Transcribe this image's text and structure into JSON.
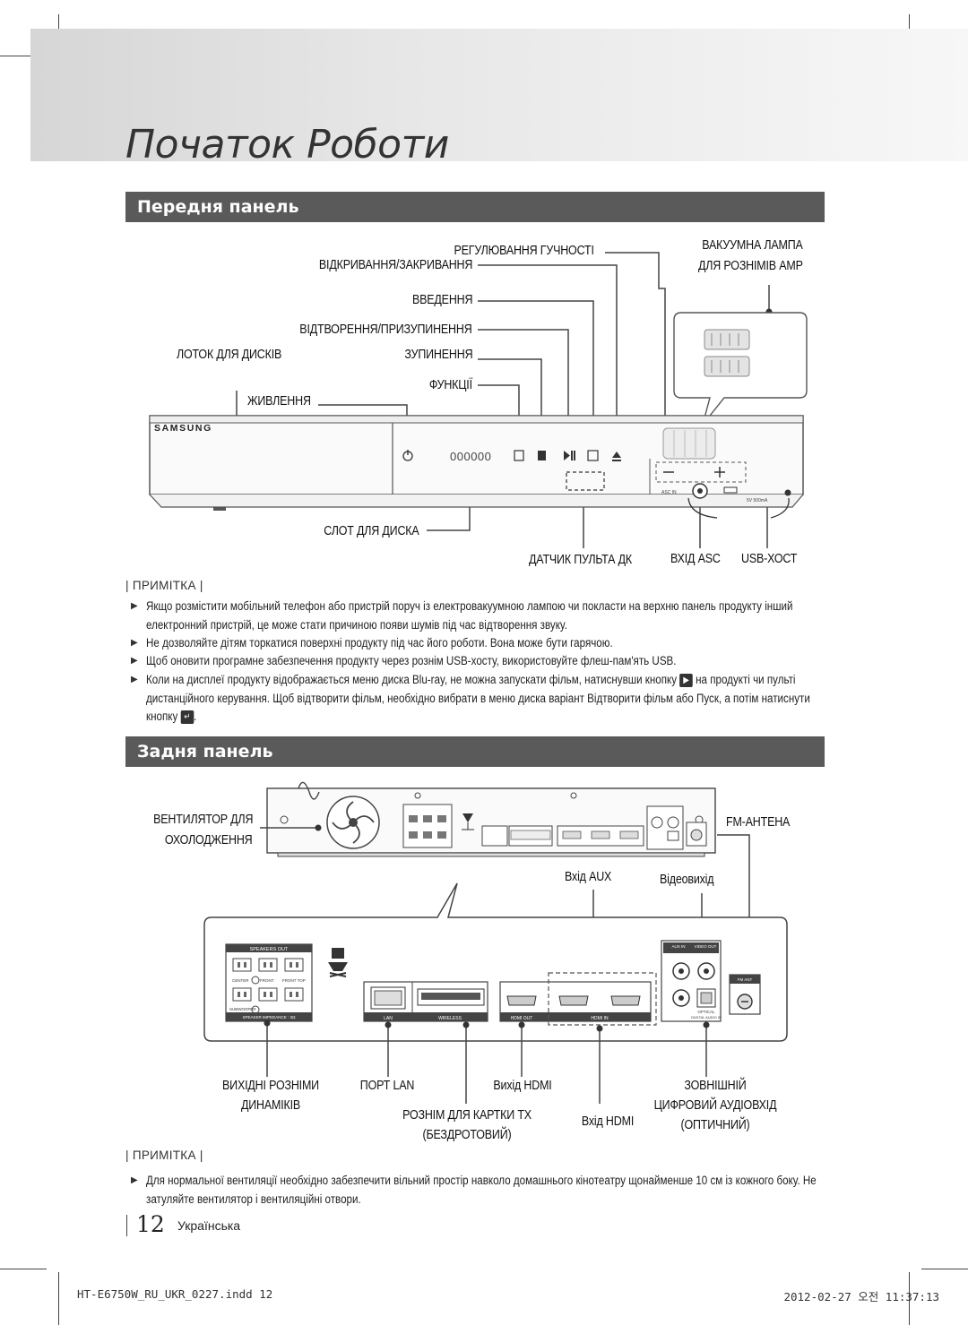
{
  "page": {
    "title": "Початок Роботи",
    "page_number": "12",
    "language": "Українська"
  },
  "front": {
    "heading": "Передня панель",
    "labels": {
      "volume": "РЕГУЛЮВАННЯ ГУЧНОСТІ",
      "open_close": "ВІДКРИВАННЯ/ЗАКРИВАННЯ",
      "input": "ВВЕДЕННЯ",
      "play_pause": "ВІДТВОРЕННЯ/ПРИЗУПИНЕННЯ",
      "disc_tray": "ЛОТОК ДЛЯ ДИСКІВ",
      "stop": "ЗУПИНЕННЯ",
      "functions": "ФУНКЦІЇ",
      "power": "ЖИВЛЕННЯ",
      "tube_1": "ВАКУУМНА ЛАМПА",
      "tube_2": "ДЛЯ РОЗНІМІВ АМР",
      "disc_slot": "СЛОТ ДЛЯ ДИСКА",
      "remote_sensor": "ДАТЧИК ПУЛЬТА ДК",
      "asc_in": "ВХІД ASC",
      "usb_host": "USB-ХОСТ"
    },
    "device": {
      "brand": "SAMSUNG",
      "display": "000000",
      "asc_label": "ASC IN",
      "usb_label": "5V 500mA"
    }
  },
  "note1": {
    "heading": "| ПРИМІТКА |",
    "items": [
      "Якщо розмістити мобільний телефон або пристрій поруч із електровакуумною лампою чи покласти на верхню панель продукту інший електронний пристрій, це може стати причиною появи шумів під час відтворення звуку.",
      "Не дозволяйте дітям торкатися поверхні продукту під час його роботи. Вона може бути гарячою.",
      "Щоб оновити програмне забезпечення продукту через рознім USB-хосту, використовуйте флеш-пам'ять USB."
    ],
    "item4_part1": "Коли на дисплеї продукту відображається меню диска Blu-ray, не можна запускати фільм, натиснувши кнопку",
    "item4_part2": "на продукті чи пульті дистанційного керування. Щоб відтворити фільм, необхідно вибрати в меню диска варіант Відтворити фільм або Пуск, а потім натиснути кнопку",
    "item4_part3": "."
  },
  "rear": {
    "heading": "Задня панель",
    "labels": {
      "fan_1": "ВЕНТИЛЯТОР ДЛЯ",
      "fan_2": "ОХОЛОДЖЕННЯ",
      "fm_antenna": "FM-АНТЕНА",
      "aux_in": "Вхід AUX",
      "video_out": "Відеовихід",
      "speaker_out_1": "ВИХІДНІ РОЗНІМИ",
      "speaker_out_2": "ДИНАМІКІВ",
      "lan_port": "ПОРТ LAN",
      "hdmi_out": "Вихід HDMI",
      "wireless_1": "РОЗНІМ ДЛЯ КАРТКИ ТХ",
      "wireless_2": "(БЕЗДРОТОВИЙ)",
      "hdmi_in": "Вхід HDMI",
      "optical_1": "ЗОВНІШНІЙ",
      "optical_2": "ЦИФРОВИЙ АУДІОВХІД",
      "optical_3": "(ОПТИЧНИЙ)"
    },
    "panel": {
      "speakers_out": "SPEAKERS OUT",
      "center": "CENTER",
      "front_l": "FRONT",
      "front_top": "FRONT TOP",
      "subwoofer": "SUBWOOFER",
      "impedance": "SPEAKER IMPEDANCE : 3Ω",
      "lan": "LAN",
      "wireless": "WIRELESS",
      "hdmi_out": "HDMI OUT",
      "hdmi_in": "HDMI IN",
      "aux_in": "AUX IN",
      "video_out": "VIDEO OUT",
      "optical": "OPTICAL",
      "digital_audio_in": "DIGITAL AUDIO IN",
      "fm_ant": "FM ANT"
    }
  },
  "note2": {
    "heading": "| ПРИМІТКА |",
    "items": [
      "Для нормальної вентиляції необхідно забезпечити вільний простір навколо домашнього кінотеатру щонайменше 10 см із кожного боку. Не затуляйте вентилятор і вентиляційні отвори."
    ]
  },
  "footer": {
    "left": "HT-E6750W_RU_UKR_0227.indd   12",
    "right": "2012-02-27   오전 11:37:13"
  }
}
